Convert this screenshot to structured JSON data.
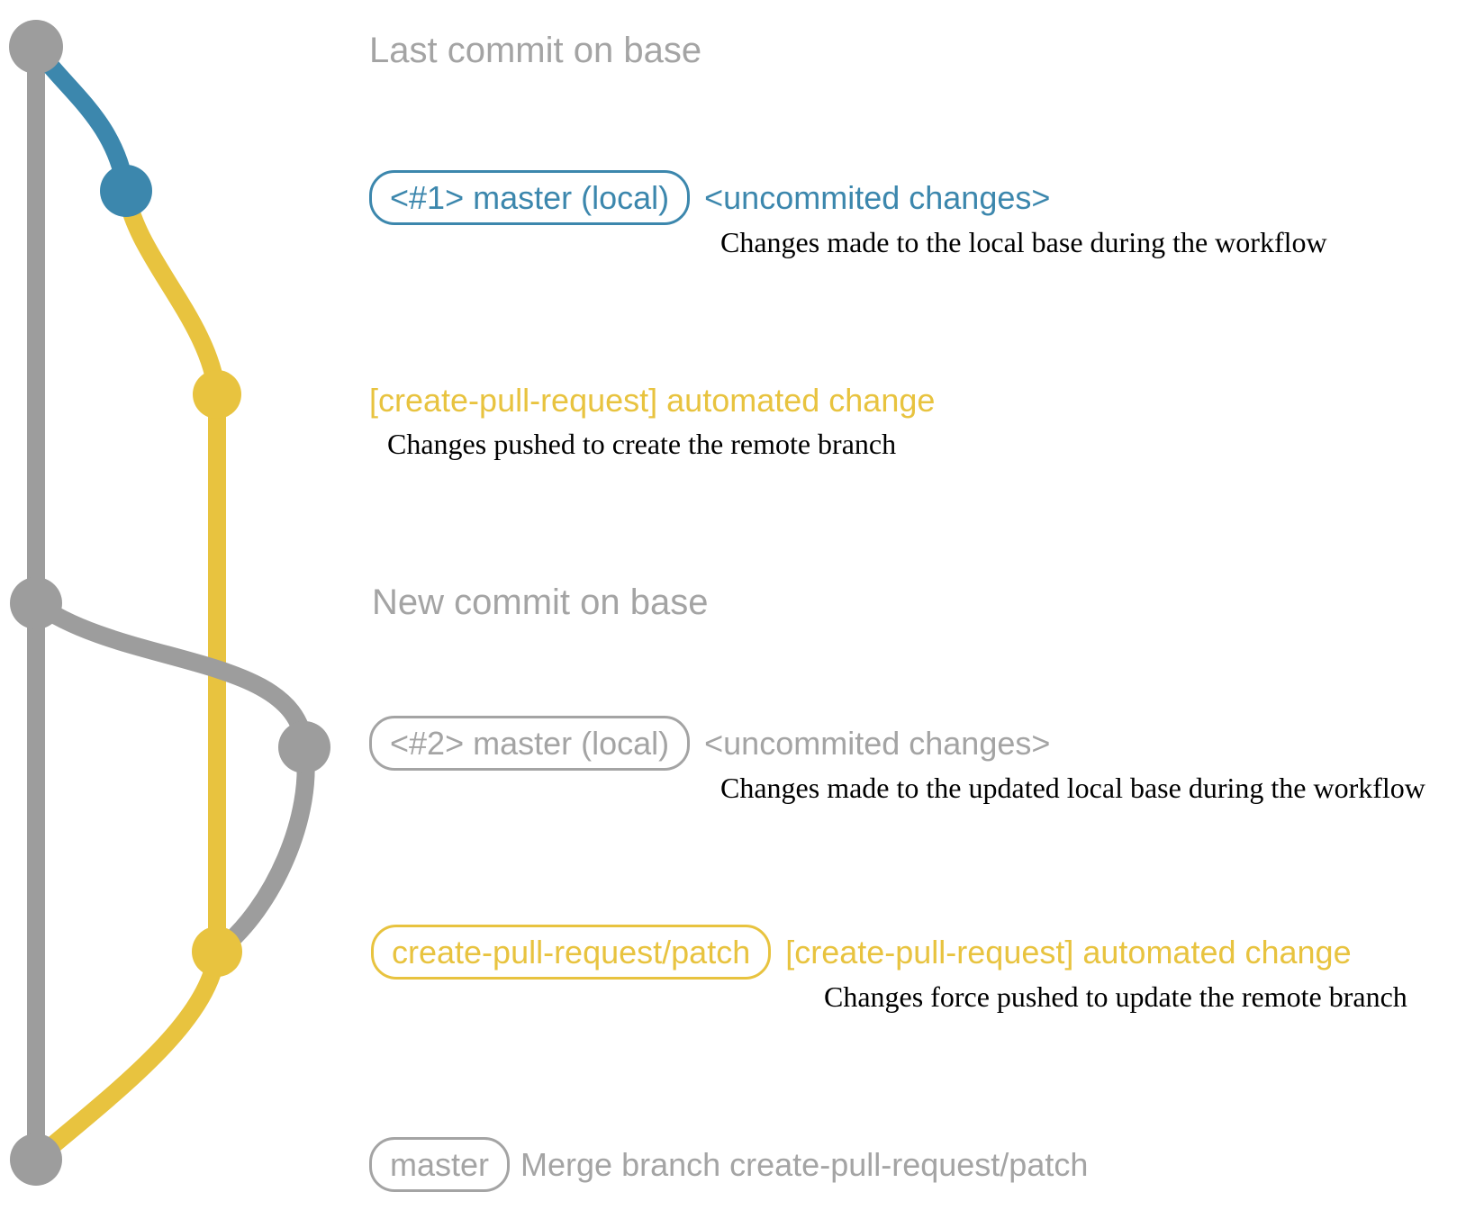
{
  "colors": {
    "base_gray": "#9d9d9d",
    "text_gray": "#a4a4a4",
    "branch_blue": "#3c87ad",
    "branch_yellow": "#e8c33f",
    "description_black": "#000000"
  },
  "annotations": {
    "last_commit": "Last commit on base",
    "new_commit": "New commit on base"
  },
  "rows": {
    "commit1": {
      "branch_label": "<#1> master (local)",
      "message": "<uncommited changes>",
      "description": "Changes made to the local base during the workflow"
    },
    "push1": {
      "message": "[create-pull-request] automated change",
      "description": "Changes pushed to create the remote branch"
    },
    "commit2": {
      "branch_label": "<#2> master (local)",
      "message": "<uncommited changes>",
      "description": "Changes made to the updated local base during the workflow"
    },
    "push2": {
      "branch_label": "create-pull-request/patch",
      "message": "[create-pull-request] automated change",
      "description": "Changes force pushed to update the remote branch"
    },
    "merge": {
      "branch_label": "master",
      "message": "Merge branch create-pull-request/patch"
    }
  }
}
